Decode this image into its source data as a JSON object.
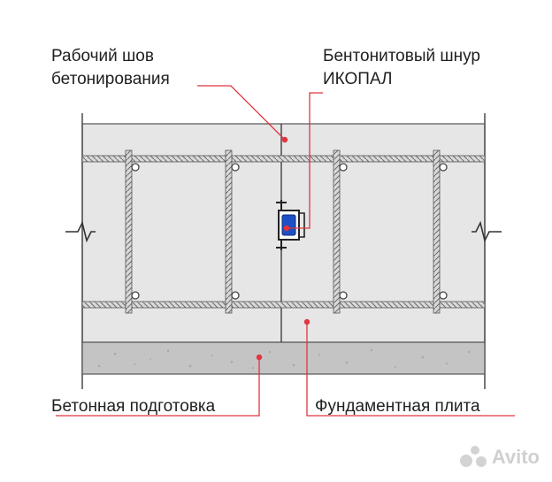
{
  "labels": {
    "work_joint_line1": "Рабочий шов",
    "work_joint_line2": "бетонирования",
    "bentonite_line1": "Бентонитовый шнур",
    "bentonite_line2": "ИКОПАЛ",
    "concrete_prep": "Бетонная подготовка",
    "foundation_slab": "Фундаментная плита"
  },
  "watermark": "Avito",
  "colors": {
    "slab_fill": "#e6e6e6",
    "prep_fill": "#c4c4c4",
    "outline": "#555555",
    "leader": "#e0353f",
    "cord": "#1e4fc4"
  }
}
